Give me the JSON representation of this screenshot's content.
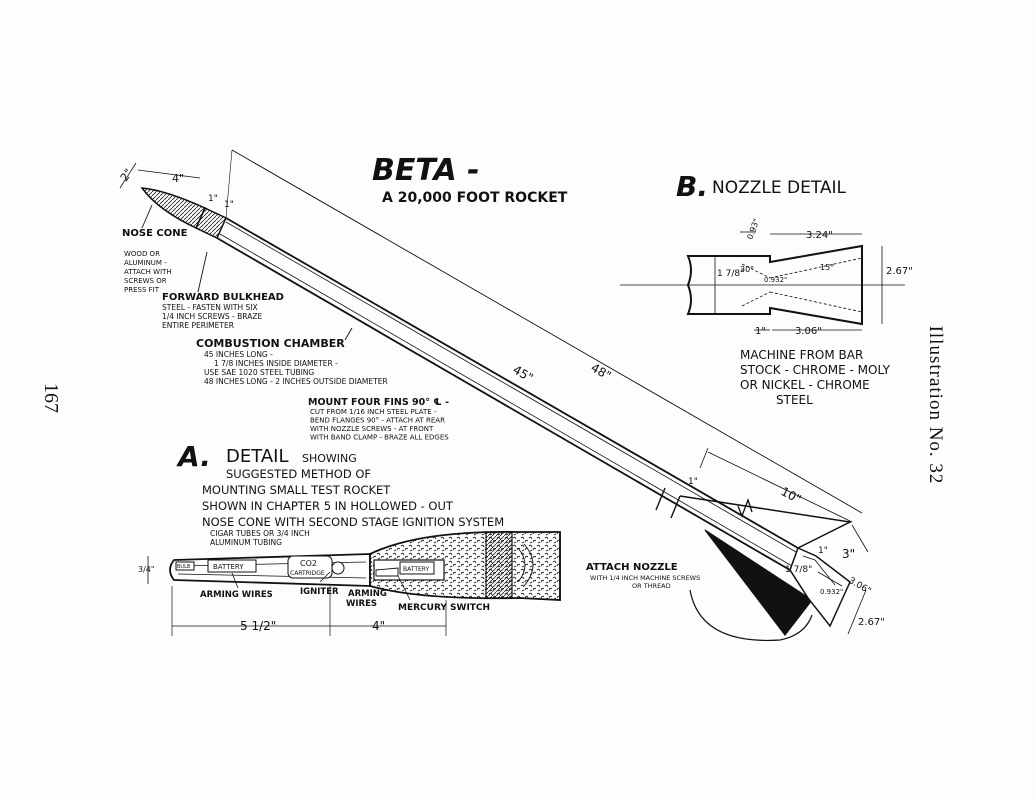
{
  "page_number": "167",
  "illustration_label": "Illustration No. 32",
  "title": "BETA -",
  "subtitle": "A 20,000 FOOT ROCKET",
  "rocket": {
    "nose_cone_label": "NOSE CONE",
    "nose_cone_note": [
      "WOOD OR",
      "ALUMINUM -",
      "ATTACH WITH",
      "SCREWS OR",
      "PRESS FIT"
    ],
    "forward_bulkhead_label": "FORWARD BULKHEAD",
    "forward_bulkhead_note": [
      "STEEL - FASTEN WITH SIX",
      "1/4 INCH SCREWS - BRAZE",
      "ENTIRE PERIMETER"
    ],
    "combustion_label": "COMBUSTION CHAMBER",
    "combustion_note": [
      "45 INCHES LONG -",
      "1 7/8 INCHES INSIDE DIAMETER -",
      "USE SAE 1020 STEEL TUBING",
      "48 INCHES LONG - 2 INCHES OUTSIDE DIAMETER"
    ],
    "fins_label": "MOUNT FOUR FINS 90° ℄ -",
    "fins_note": [
      "CUT FROM 1/16 INCH STEEL PLATE -",
      "BEND FLANGES 90° - ATTACH AT REAR",
      "WITH NOZZLE SCREWS - AT FRONT",
      "WITH BAND CLAMP - BRAZE ALL EDGES"
    ],
    "attach_nozzle_label": "ATTACH NOZZLE",
    "attach_nozzle_note": [
      "WITH 1/4 INCH MACHINE SCREWS",
      "OR THREAD"
    ],
    "dims": {
      "nose_2": "2\"",
      "nose_4": "4\"",
      "bulk_1": "1\"",
      "bulk_1b": "1\"",
      "length_45": "45\"",
      "length_48": "48\"",
      "fin_10": "10\"",
      "fin_1": "1\"",
      "fin_3": "3\"",
      "noz_178": "1 7/8\"",
      "noz_1": "1\"",
      "noz_306": "3.06\"",
      "noz_0932": "0.932\"",
      "noz_267": "2.67\""
    }
  },
  "nozzle_detail": {
    "title": "NOZZLE DETAIL",
    "letter": "B.",
    "dim_093": "0.93\"",
    "dim_324": "3.24\"",
    "dim_178": "1 7/8\"",
    "angle_30": "30°",
    "angle_15": "15°",
    "dim_0932": "0.932\"",
    "dim_267": "2.67\"",
    "dim_1": "1\"",
    "dim_306": "3.06\"",
    "note": [
      "MACHINE FROM BAR",
      "STOCK - CHROME - MOLY",
      "OR NICKEL - CHROME",
      "STEEL"
    ]
  },
  "detail_a": {
    "letter": "A.",
    "title": "DETAIL",
    "showing": "SHOWING",
    "lines": [
      "SUGGESTED METHOD OF",
      "MOUNTING SMALL TEST ROCKET",
      "SHOWN IN CHAPTER 5 IN HOLLOWED - OUT",
      "NOSE CONE WITH SECOND STAGE IGNITION SYSTEM"
    ],
    "cigar_note": [
      "CIGAR TUBES OR 3/4 INCH",
      "ALUMINUM TUBING"
    ],
    "battery": "BATTERY",
    "battery2": "BATTERY",
    "co2": "CO2",
    "cartridge": "CARTRIDGE",
    "bulb": "BULB",
    "arming_wires": "ARMING WIRES",
    "igniter": "IGNITER",
    "arming_wires2": [
      "ARMING",
      "WIRES"
    ],
    "mercury_switch": "MERCURY SWITCH",
    "dim_34": "3/4\"",
    "dim_512": "5 1/2\"",
    "dim_4": "4\""
  }
}
